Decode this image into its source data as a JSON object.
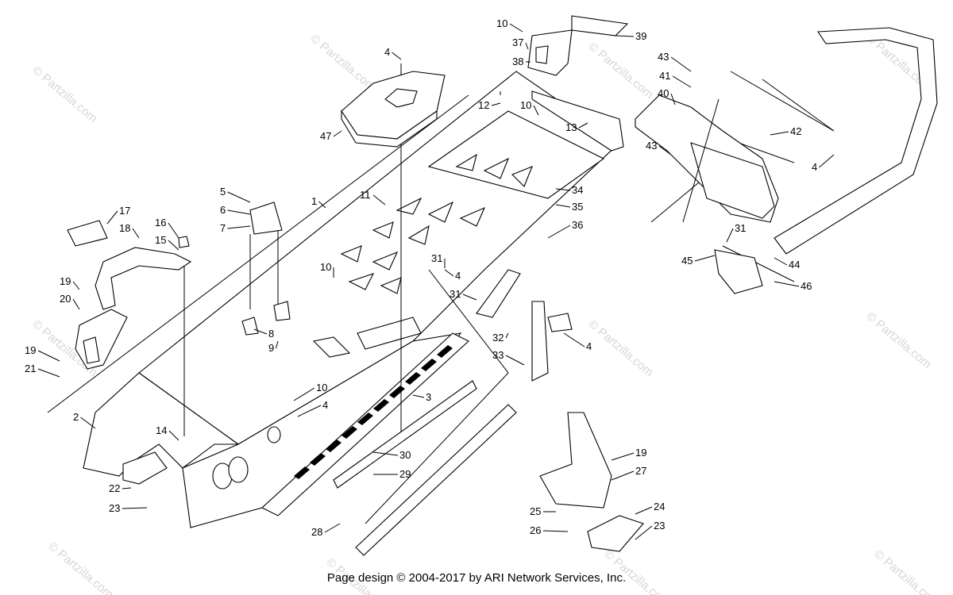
{
  "watermark": "© Partzilla.com",
  "footer": "Page design © 2004-2017 by ARI Network Services, Inc.",
  "callouts": [
    "1",
    "2",
    "3",
    "4",
    "5",
    "6",
    "7",
    "8",
    "9",
    "10",
    "11",
    "12",
    "13",
    "14",
    "15",
    "16",
    "17",
    "18",
    "19",
    "20",
    "21",
    "22",
    "23",
    "24",
    "25",
    "26",
    "27",
    "28",
    "29",
    "30",
    "31",
    "32",
    "33",
    "34",
    "35",
    "36",
    "37",
    "38",
    "39",
    "40",
    "41",
    "42",
    "43",
    "44",
    "45",
    "46",
    "47"
  ]
}
